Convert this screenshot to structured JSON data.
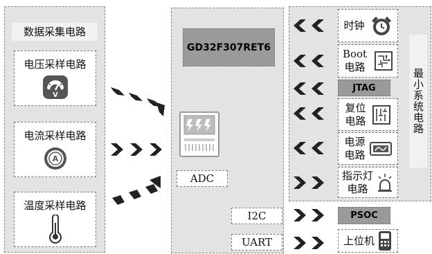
{
  "left_panel": {
    "title": "数据采集电路",
    "voltage": "电压采样电路",
    "current": "电流采样电路",
    "temperature": "温度采样电路"
  },
  "mcu": {
    "name": "GD32F307RET6",
    "adc": "ADC",
    "i2c": "I2C",
    "uart": "UART"
  },
  "min_system": {
    "title": "最小系统电路",
    "clock": "时钟",
    "boot_1": "Boot",
    "boot_2": "电路",
    "jtag": "JTAG",
    "reset_1": "复位",
    "reset_2": "电路",
    "power_1": "电源",
    "power_2": "电路",
    "led_1": "指示灯",
    "led_2": "电路"
  },
  "external": {
    "psoc": "PSOC",
    "host": "上位机"
  }
}
